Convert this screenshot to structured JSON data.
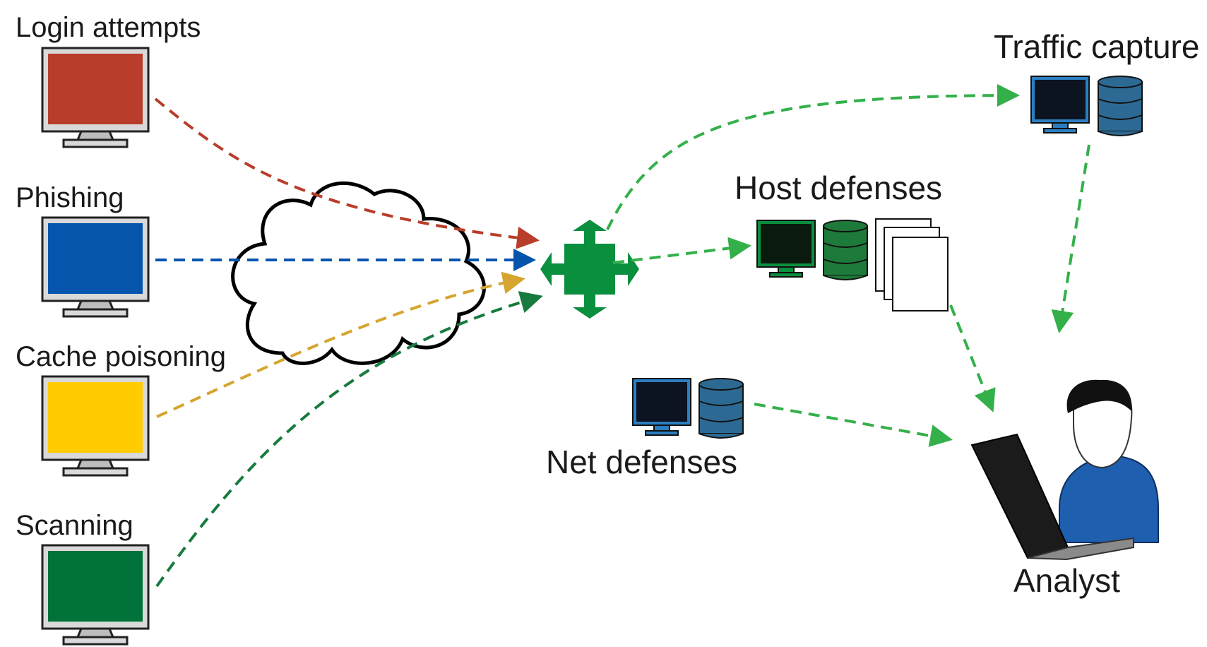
{
  "sources": [
    {
      "label": "Login attempts",
      "screen_color": "#b83d2a",
      "arrow_color": "#b83d2a"
    },
    {
      "label": "Phishing",
      "screen_color": "#0555ad",
      "arrow_color": "#0555ad"
    },
    {
      "label": "Cache poisoning",
      "screen_color": "#ffcc00",
      "arrow_color": "#d6a52f"
    },
    {
      "label": "Scanning",
      "screen_color": "#00723a",
      "arrow_color": "#177a3f"
    }
  ],
  "targets": {
    "traffic_capture": {
      "label": "Traffic capture"
    },
    "host_defenses": {
      "label": "Host defenses"
    },
    "net_defenses": {
      "label": "Net defenses"
    },
    "analyst": {
      "label": "Analyst"
    }
  },
  "colors": {
    "flow_green": "#33b04a",
    "router_green": "#0a8f3e",
    "dark_monitor_blue": "#2b7fc2",
    "db_blue": "#2d6a93",
    "db_green": "#1e7a3a",
    "host_monitor": "#0a8f3e"
  }
}
